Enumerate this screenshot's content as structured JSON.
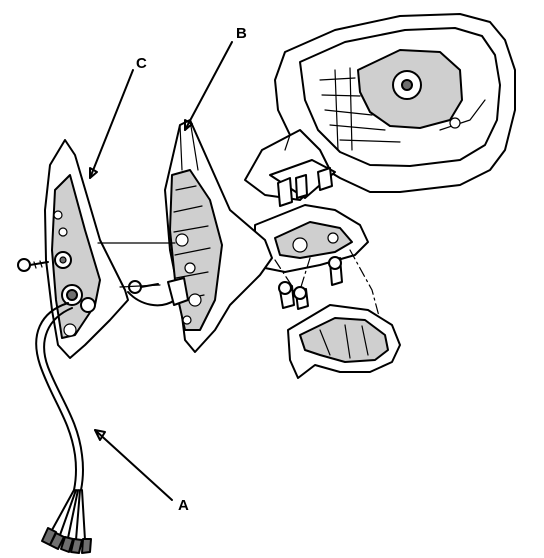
{
  "callouts": {
    "a": "A",
    "b": "B",
    "c": "C"
  },
  "parts": {
    "mirror_housing": "mirror-housing",
    "mirror_base": "mirror-base",
    "base_gasket": "base-gasket",
    "wire_harness": "wire-harness",
    "cover": "skull-cover"
  }
}
